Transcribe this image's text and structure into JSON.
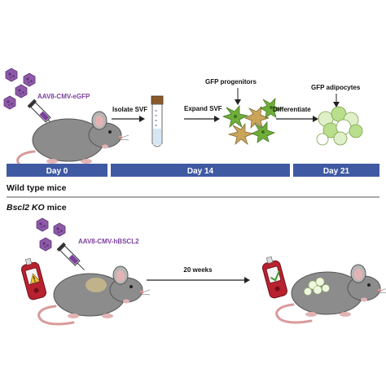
{
  "colors": {
    "timeline_bar": "#3f5aa3",
    "virus": "#8e5aa8",
    "vector_text": "#7b3f9e",
    "green_cell": "#6fae3a",
    "tan_cell": "#c9a55a",
    "meter_red": "#b8212f",
    "mouse_body": "#8c8c8c"
  },
  "top": {
    "vector_label": "AAV8-CMV-eGFP",
    "steps": {
      "isolate": "Isolate SVF",
      "expand": "Expand SVF",
      "differentiate": "Differentiate"
    },
    "stage_labels": {
      "progenitors": "GFP progenitors",
      "adipocytes": "GFP adipocytes"
    },
    "timeline": [
      "Day 0",
      "Day 14",
      "Day 21"
    ],
    "group_label": "Wild type mice"
  },
  "bottom": {
    "group_label_italic": "Bscl2 KO",
    "group_label_rest": " mice",
    "vector_label": "AAV8-CMV-hBSCL2",
    "duration_label": "20 weeks"
  },
  "icons": [
    "virus-icon",
    "syringe-icon",
    "mouse-icon",
    "tube-icon",
    "cell-icon",
    "adipocyte-icon",
    "glucose-meter-icon",
    "warning-icon",
    "checkmark-icon"
  ]
}
